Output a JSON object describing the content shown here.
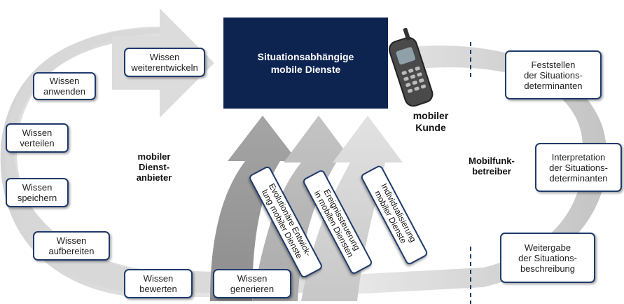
{
  "center": {
    "title": "Situationsabhängige\nmobile Dienste"
  },
  "left_steps": [
    {
      "label": "Wissen\nweiterentwickeln"
    },
    {
      "label": "Wissen\nanwenden"
    },
    {
      "label": "Wissen\nverteilen"
    },
    {
      "label": "Wissen\nspeichern"
    },
    {
      "label": "Wissen\naufbereiten"
    },
    {
      "label": "Wissen\nbewerten"
    },
    {
      "label": "Wissen\ngenerieren"
    }
  ],
  "right_steps": [
    {
      "label": "Feststellen\nder Situations-\ndeterminanten"
    },
    {
      "label": "Interpretation\nder Situations-\ndeterminanten"
    },
    {
      "label": "Weitergabe\nder Situations-\nbeschreibung"
    }
  ],
  "actors": {
    "provider": "mobiler\nDienst-\nanbieter",
    "operator": "Mobilfunk-\nbetreiber",
    "customer": "mobiler\nKunde"
  },
  "arrows": [
    {
      "label": "Evolutionäre Entwick-\nlung mobiler Dienste"
    },
    {
      "label": "Ereignissteuerung\nin mobilen Diensten"
    },
    {
      "label": "Individualisierung\nmobiler Dienste"
    }
  ],
  "icons": {
    "phone": "mobile-phone-icon"
  },
  "colors": {
    "navy": "#0d2451",
    "border": "#1f3a6b",
    "arrow_gray": "#c8c8c8"
  }
}
